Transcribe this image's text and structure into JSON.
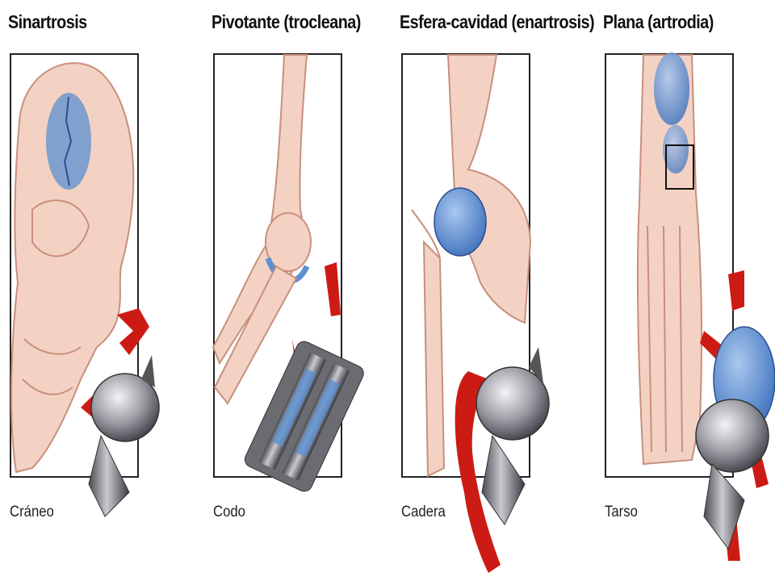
{
  "panels": [
    {
      "title": "Sinartrosis",
      "caption": "Cráneo"
    },
    {
      "title": "Pivotante (trocleana)",
      "caption": "Codo"
    },
    {
      "title": "Esfera-cavidad (enartrosis)",
      "caption": "Cadera"
    },
    {
      "title": "Plana (artrodia)",
      "caption": "Tarso"
    }
  ],
  "colors": {
    "bone": "#f3d2c4",
    "bone_line": "#c98f7c",
    "joint_blue": "#5b8fd0",
    "arrow_red": "#cc1b14",
    "metal": "#8e8e94"
  }
}
